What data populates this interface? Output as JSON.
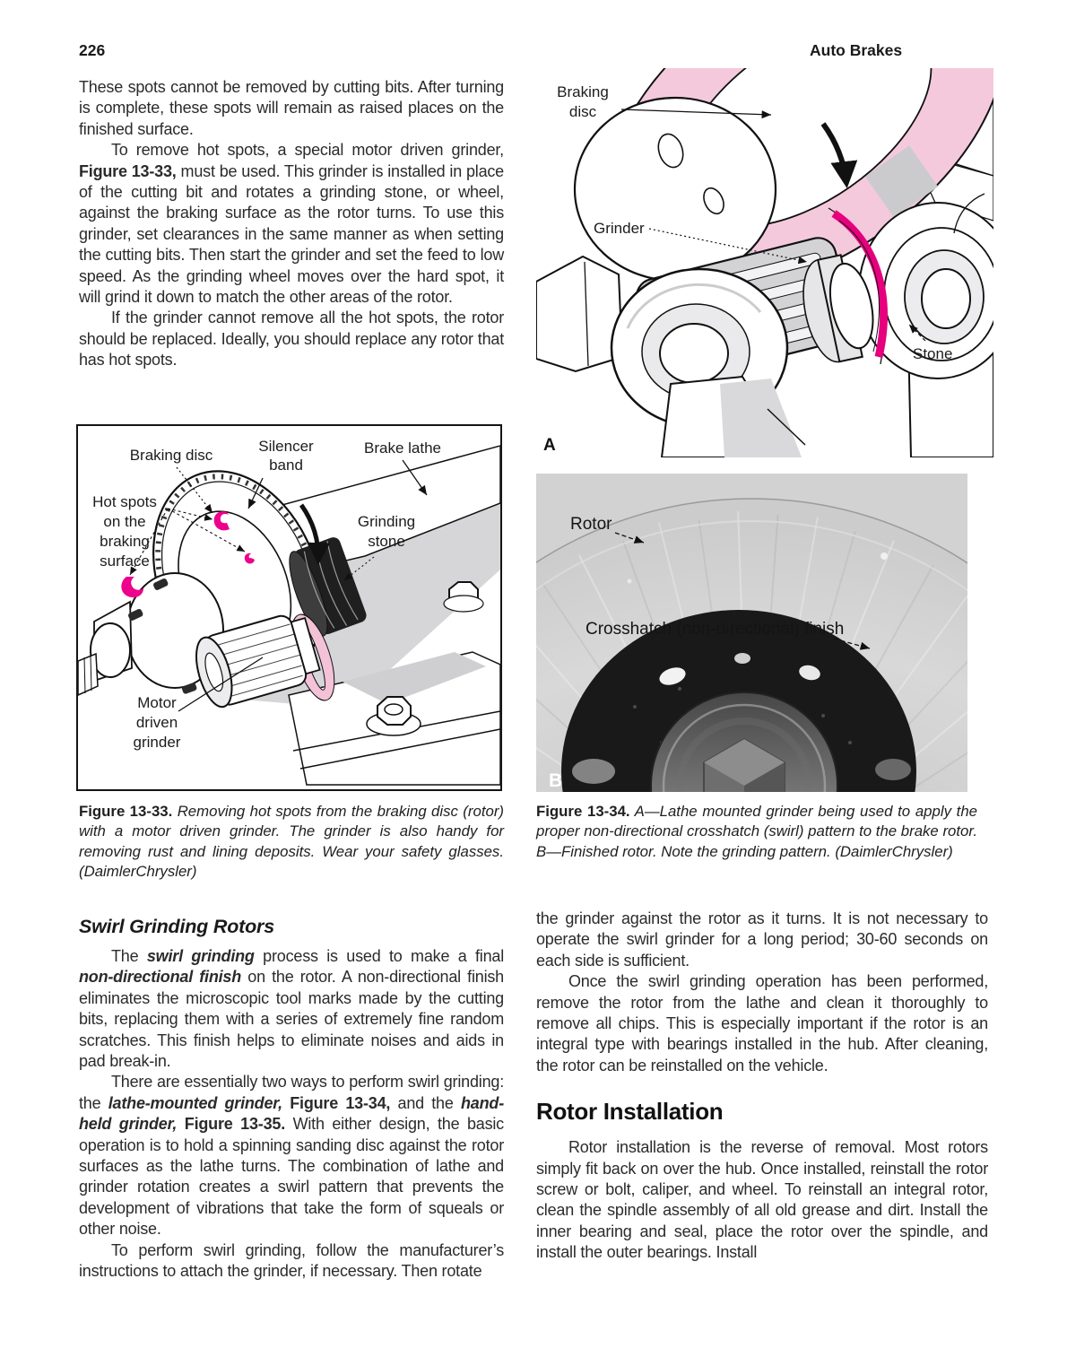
{
  "header": {
    "page_number": "226",
    "book_title": "Auto Brakes"
  },
  "left_column": {
    "para1": "These spots cannot be removed by cutting bits. After turning is complete, these spots will remain as raised places on the finished surface.",
    "para2": {
      "t1": "To remove hot spots, a special motor driven grinder, ",
      "b1": "Figure 13-33,",
      "t2": " must be used. This grinder is installed in place of the cutting bit and rotates a grinding stone, or wheel, against the braking surface as the rotor turns. To use this grinder, set clearances in the same manner as when setting the cutting bits. Then start the grinder and set the feed to low speed. As the grinding wheel moves over the hard spot, it will grind it down to match the other areas of the rotor."
    },
    "para3": "If the grinder cannot remove all the hot spots, the rotor should be replaced. Ideally, you should replace any rotor that has hot spots.",
    "section_heading": "Swirl Grinding Rotors",
    "para4": {
      "t1": "The ",
      "bi1": "swirl grinding",
      "t2": " process is used to make a final ",
      "bi2": "non-directional finish",
      "t3": " on the rotor. A non-directional finish eliminates the microscopic tool marks made by the cutting bits, replacing them with a series of extremely fine random scratches. This finish helps to eliminate noises and aids in pad break-in."
    },
    "para5": {
      "t1": "There are essentially two ways to perform swirl grinding: the ",
      "bi1": "lathe-mounted grinder,",
      "t2": " ",
      "b1": "Figure 13-34,",
      "t3": " and the ",
      "bi2": "hand-held grinder,",
      "t4": " ",
      "b2": "Figure 13-35.",
      "t5": " With either design, the basic operation is to hold a spinning sanding disc against the rotor surfaces as the lathe turns. The combination of lathe and grinder rotation creates a swirl pattern that prevents the development of vibrations that take the form of squeals or other noise."
    },
    "para6": "To perform swirl grinding, follow the manufacturer’s instructions to attach the grinder, if necessary. Then rotate"
  },
  "figure_13_33": {
    "labels": {
      "braking_disc": "Braking disc",
      "silencer_band": [
        "Silencer",
        "band"
      ],
      "brake_lathe": "Brake lathe",
      "hot_spots": [
        "Hot spots",
        "on the",
        "braking",
        "surface"
      ],
      "grinding_stone": [
        "Grinding",
        "stone"
      ],
      "motor_driven_grinder": [
        "Motor",
        "driven",
        "grinder"
      ]
    },
    "caption": {
      "label": "Figure 13-33.",
      "text": " Removing hot spots from the braking disc (rotor) with a motor driven grinder. The grinder is also handy for removing rust and lining deposits. Wear your safety glasses. (DaimlerChrysler)"
    }
  },
  "figure_13_34": {
    "panel_a": {
      "labels": {
        "braking_disc": [
          "Braking",
          "disc"
        ],
        "grinder": "Grinder",
        "stone": "Stone",
        "panel_letter": "A"
      }
    },
    "panel_b": {
      "labels": {
        "rotor": "Rotor",
        "crosshatch": "Crosshatch (non-directional) finish",
        "panel_letter": "B"
      }
    },
    "caption": {
      "label": "Figure 13-34.",
      "text": " A—Lathe mounted grinder being used to apply the proper non-directional crosshatch (swirl) pattern to the brake rotor. B—Finished rotor. Note the grinding pattern. (DaimlerChrysler)"
    }
  },
  "right_column": {
    "para1": "the grinder against the rotor as it turns. It is not necessary to operate the swirl grinder for a long period; 30-60 seconds on each side is sufficient.",
    "para2": "Once the swirl grinding operation has been performed, remove the rotor from the lathe and clean it thoroughly to remove all chips. This is especially important if the rotor is an integral type with bearings installed in the hub. After cleaning, the rotor can be reinstalled on the vehicle.",
    "section_heading": "Rotor Installation",
    "para3": "Rotor installation is the reverse of removal. Most rotors simply fit back on over the hub. Once installed, reinstall the rotor screw or bolt, caliper, and wheel. To reinstall an integral rotor, clean the spindle assembly of all old grease and dirt. Install the inner bearing and seal, place the rotor over the spindle, and install the outer bearings. Install"
  },
  "colors": {
    "hot_spot_magenta": "#ec008c",
    "stone_magenta": "#e6007e",
    "disc_pink": "#f5c9dc",
    "machine_gray": "#d3d3d5"
  }
}
